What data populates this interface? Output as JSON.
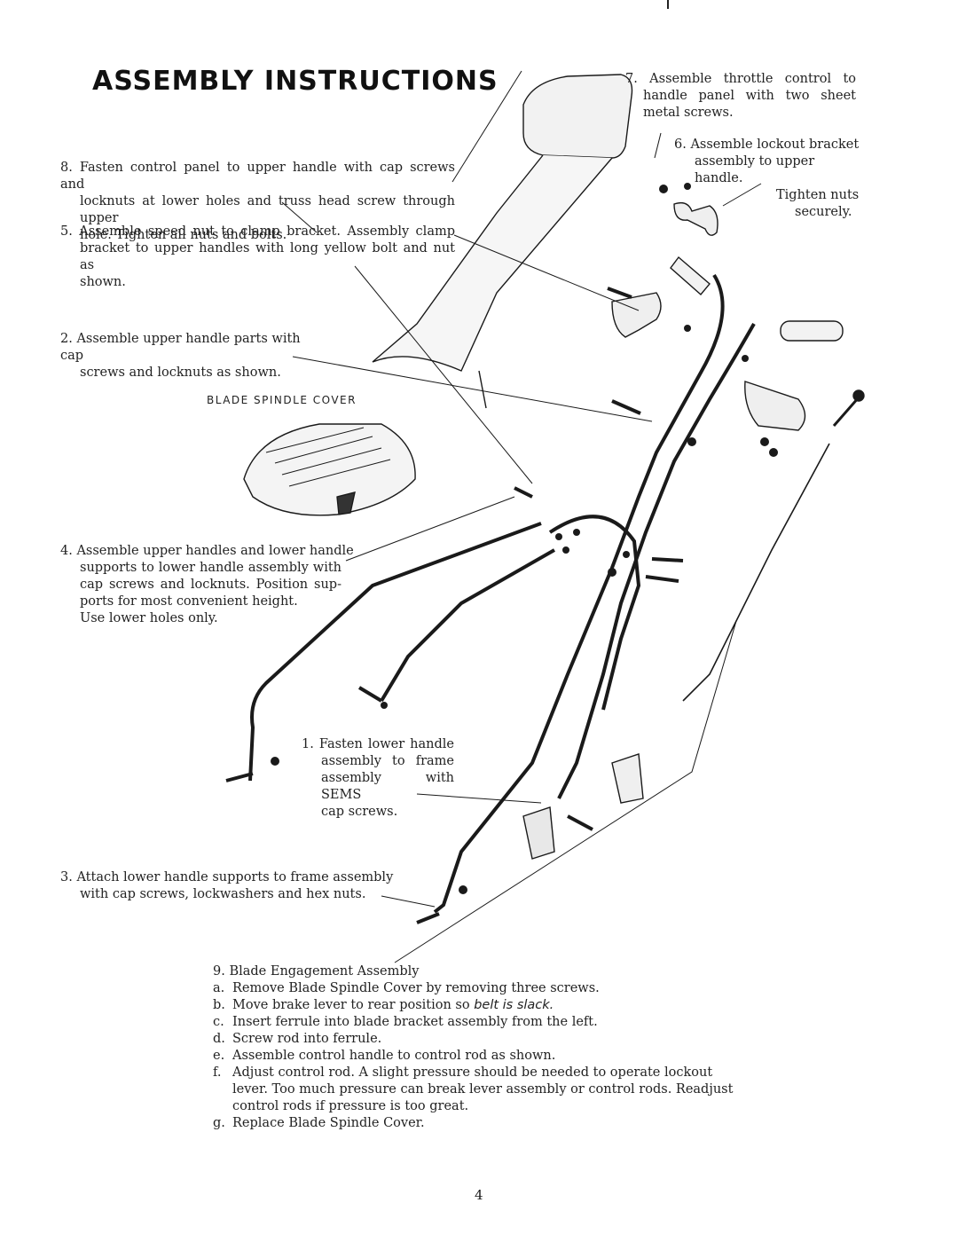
{
  "page": {
    "title": "ASSEMBLY INSTRUCTIONS",
    "page_number": "4"
  },
  "steps": {
    "s7": {
      "lines": [
        "7. Assemble throttle control to",
        "handle panel with two sheet",
        "metal screws."
      ]
    },
    "s6": {
      "lines": [
        "6. Assemble lockout bracket",
        "assembly to upper handle.",
        "Tighten nuts",
        "securely."
      ]
    },
    "s8": {
      "lines": [
        "8. Fasten control panel to upper handle with cap screws and",
        "locknuts at lower holes and truss head screw through upper",
        "hole. Tighten all nuts and bolts."
      ]
    },
    "s5": {
      "lines": [
        "5. Assemble speed nut to clamp bracket. Assembly clamp",
        "bracket to upper handles with long yellow bolt and nut as",
        "shown."
      ]
    },
    "s2": {
      "lines": [
        "2. Assemble upper handle parts with cap",
        "screws and locknuts as shown."
      ]
    },
    "s4": {
      "lines": [
        "4. Assemble upper handles and lower handle",
        "supports to lower handle assembly with",
        "cap screws and locknuts. Position sup-",
        "ports for most convenient height.",
        "Use lower holes only."
      ]
    },
    "s1": {
      "lines": [
        "1. Fasten lower handle",
        "assembly to frame",
        "assembly with SEMS",
        "cap screws."
      ]
    },
    "s3": {
      "lines": [
        "3. Attach lower handle supports to frame assembly",
        "with cap screws, lockwashers and hex nuts."
      ]
    },
    "s9": {
      "heading": "9. Blade Engagement Assembly",
      "items": [
        {
          "letter": "a.",
          "text": "Remove Blade Spindle Cover by removing three screws."
        },
        {
          "letter": "b.",
          "text": "Move brake lever to rear position so",
          "text_italic": "belt is slack."
        },
        {
          "letter": "c.",
          "text": "Insert ferrule into blade bracket assembly from the left."
        },
        {
          "letter": "d.",
          "text": "Screw rod into ferrule."
        },
        {
          "letter": "e.",
          "text": "Assemble control handle to control rod as shown."
        },
        {
          "letter": "f.",
          "text": "Adjust control rod. A slight pressure should be needed to operate lockout lever. Too much pressure can break lever assembly or control rods. Readjust control rods if pressure is too great."
        },
        {
          "letter": "g.",
          "text": "Replace Blade Spindle Cover."
        }
      ]
    }
  },
  "labels": {
    "blade_spindle_cover": "BLADE SPINDLE COVER"
  }
}
